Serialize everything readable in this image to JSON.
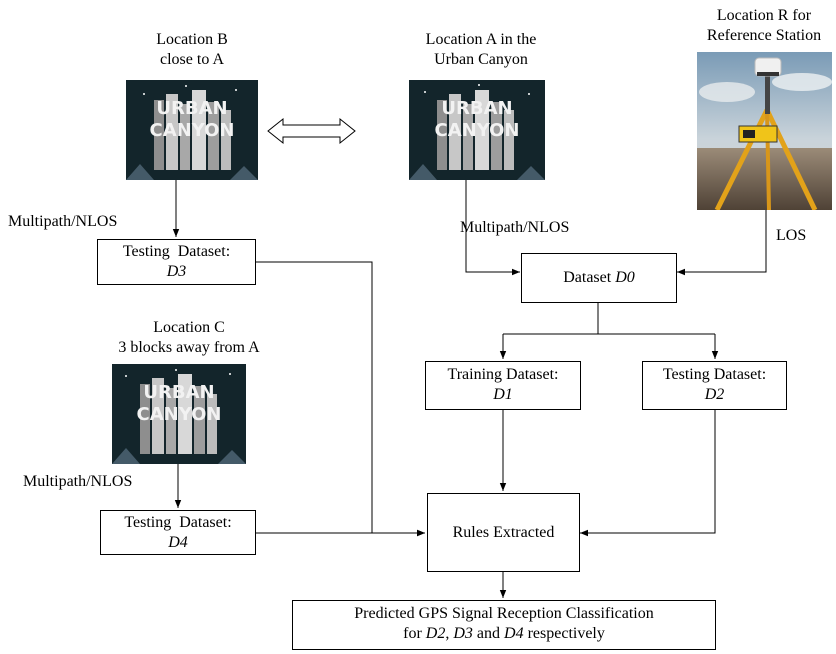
{
  "locations": {
    "B": [
      "Location B",
      "close to A"
    ],
    "A": [
      "Location A in the",
      "Urban Canyon"
    ],
    "R": [
      "Location R for",
      "Reference Station"
    ],
    "C": [
      "Location C",
      "3 blocks away from A"
    ]
  },
  "edges": {
    "multipath_b": "Multipath/NLOS",
    "multipath_a": "Multipath/NLOS",
    "multipath_c": "Multipath/NLOS",
    "los": "LOS"
  },
  "boxes": {
    "d3": {
      "line1": "Testing  Dataset:",
      "line2": "D3"
    },
    "d0": {
      "prefix": "Dataset ",
      "name": "D0"
    },
    "d1": {
      "line1": "Training Dataset:",
      "line2": "D1"
    },
    "d2": {
      "line1": "Testing Dataset:",
      "line2": "D2"
    },
    "d4": {
      "line1": "Testing  Dataset:",
      "line2": "D4"
    },
    "rules": "Rules Extracted",
    "predicted": {
      "line1": "Predicted GPS Signal Reception Classification",
      "for": "for ",
      "d2": "D2",
      "comma": ", ",
      "d3": "D3",
      "and": " and ",
      "d4": "D4",
      "tail": " respectively"
    }
  },
  "urban_logo": {
    "row1": "URBAN",
    "row2": "CANYON"
  }
}
